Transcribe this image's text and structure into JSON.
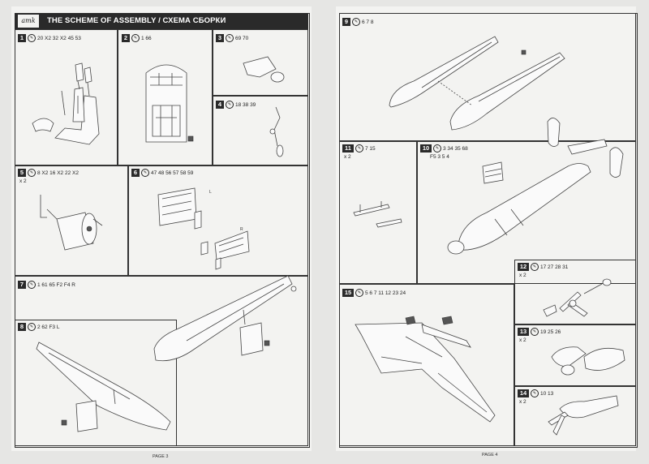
{
  "left_page": {
    "title": "THE SCHEME OF ASSEMBLY / СХЕМА СБОРКИ",
    "logo": "amk",
    "page_number": "PAGE 3",
    "steps": [
      {
        "n": "1",
        "parts": "20 X2 32 X2 45 53"
      },
      {
        "n": "2",
        "parts": "1 66"
      },
      {
        "n": "3",
        "parts": "69 70"
      },
      {
        "n": "4",
        "parts": "18 38 39"
      },
      {
        "n": "5",
        "parts": "8 X2 16 X2 22 X2",
        "qty": "x 2"
      },
      {
        "n": "6",
        "parts": "47 48 56 57 58 59"
      },
      {
        "n": "7",
        "parts": "1 61 65 F2 F4 R"
      },
      {
        "n": "8",
        "parts": "2 62 F3 L"
      }
    ],
    "labels": {
      "L": "L",
      "R": "R"
    }
  },
  "right_page": {
    "page_number": "PAGE 4",
    "steps": [
      {
        "n": "9",
        "parts": "6 7 8"
      },
      {
        "n": "10",
        "parts": "3 34 35 68",
        "parts2": "F5 3 5 4"
      },
      {
        "n": "11",
        "parts": "7 15",
        "qty": "x 2"
      },
      {
        "n": "12",
        "parts": "17 27 28 31",
        "qty": "x 2"
      },
      {
        "n": "13",
        "parts": "19 25 26",
        "qty": "x 2"
      },
      {
        "n": "14",
        "parts": "10 13",
        "qty": "x 2"
      },
      {
        "n": "15",
        "parts": "5 6 7 11 12 23 24"
      }
    ]
  }
}
